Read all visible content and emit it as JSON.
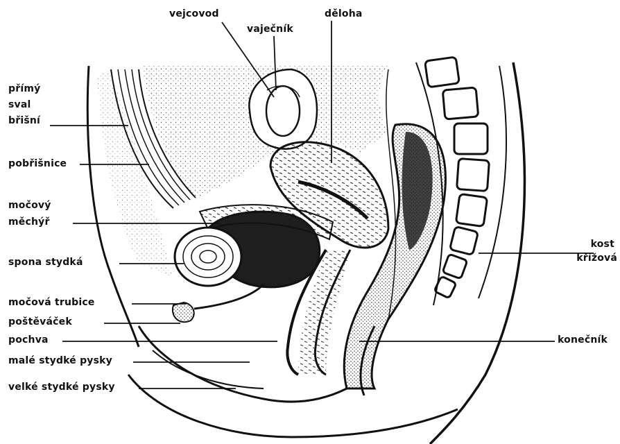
{
  "labels": {
    "vejcovod": "vejcovod",
    "vajecnik": "vaječník",
    "deloha": "děloha",
    "primy_line1": "přímý",
    "primy_line2": "sval",
    "primy_line3": "břišní",
    "pobrisnice": "pobřišnice",
    "mocovy_line1": "močový",
    "mocovy_line2": "měchýř",
    "spona": "spona stydká",
    "trubice": "močová trubice",
    "postevacek": "poštěváček",
    "pochva": "pochva",
    "male_pysky": "malé stydké pysky",
    "velke_pysky": "velké stydké pysky",
    "kost_line1": "kost",
    "kost_line2": "křížová",
    "konecnik": "konečník"
  },
  "colors": {
    "ink": "#111111",
    "stipple": "#555555",
    "dark_fill": "#1e1e1e",
    "paper": "#ffffff"
  }
}
